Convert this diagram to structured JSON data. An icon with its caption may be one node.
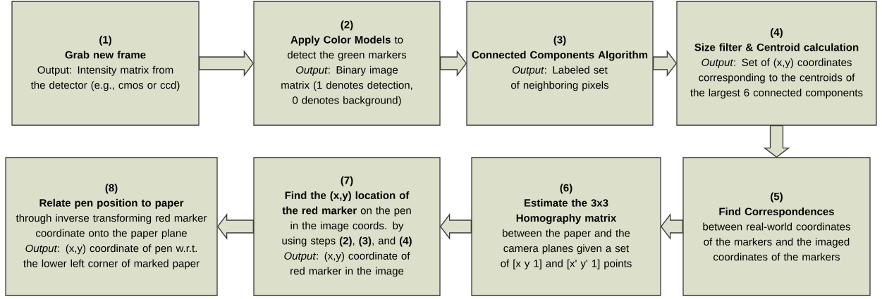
{
  "diagram": {
    "nodes": [
      {
        "text": [
          "(1)",
          "Grab new frame",
          "Output: Intensity matrix from the detector (e.g., cmos or ccd)"
        ]
      },
      {
        "text": [
          "(2)",
          "**Apply Color Models** to detect the green markers",
          "*Output*: Binary image matrix (1 denotes detection, 0 denotes background)"
        ]
      },
      {
        "text": [
          "(3)",
          "Connected Components Algorithm",
          "*Output*: Labeled set of neighboring pixels"
        ]
      },
      {
        "text": [
          "(4)",
          "Size filter & Centroid calculation",
          "*Output*: Set of (x,y) coordinates corresponding to the centroids of the largest 6 connected components"
        ]
      },
      {
        "text": [
          "(5)",
          "Find Correspondences",
          "between real-world coordinates of the markers and the imaged coordinates of the markers"
        ]
      },
      {
        "text": [
          "(6)",
          "Estimate the 3x3 Homography matrix",
          "between the paper and the camera planes given a set of [x y 1] and [x' y' 1] points"
        ]
      },
      {
        "text": [
          "(7)",
          "**Find the (x,y) location of the red marker** on the pen in the image coords.  by using steps **(2)**, **(3)**, and **(4)**",
          "*Output*: (x,y) coordinate of red marker in the image"
        ]
      },
      {
        "text": [
          "(8)",
          "Relate pen position to paper",
          "through inverse transforming red marker coordinate onto the paper plane",
          "*Output*: (x,y) coordinate of pen w.r.t. the lower left corner of marked paper"
        ]
      }
    ],
    "edges": [
      {
        "from": 0,
        "to": 1,
        "arrow": "to"
      },
      {
        "from": 1,
        "to": 2,
        "arrow": "to"
      },
      {
        "from": 2,
        "to": 3,
        "arrow": "to"
      },
      {
        "from": 3,
        "to": 4,
        "arrow": "to"
      },
      {
        "from": 4,
        "to": 5,
        "arrow": "to"
      },
      {
        "from": 5,
        "to": 6,
        "arrow": "to"
      },
      {
        "from": 6,
        "to": 7,
        "arrow": "to"
      }
    ]
  }
}
